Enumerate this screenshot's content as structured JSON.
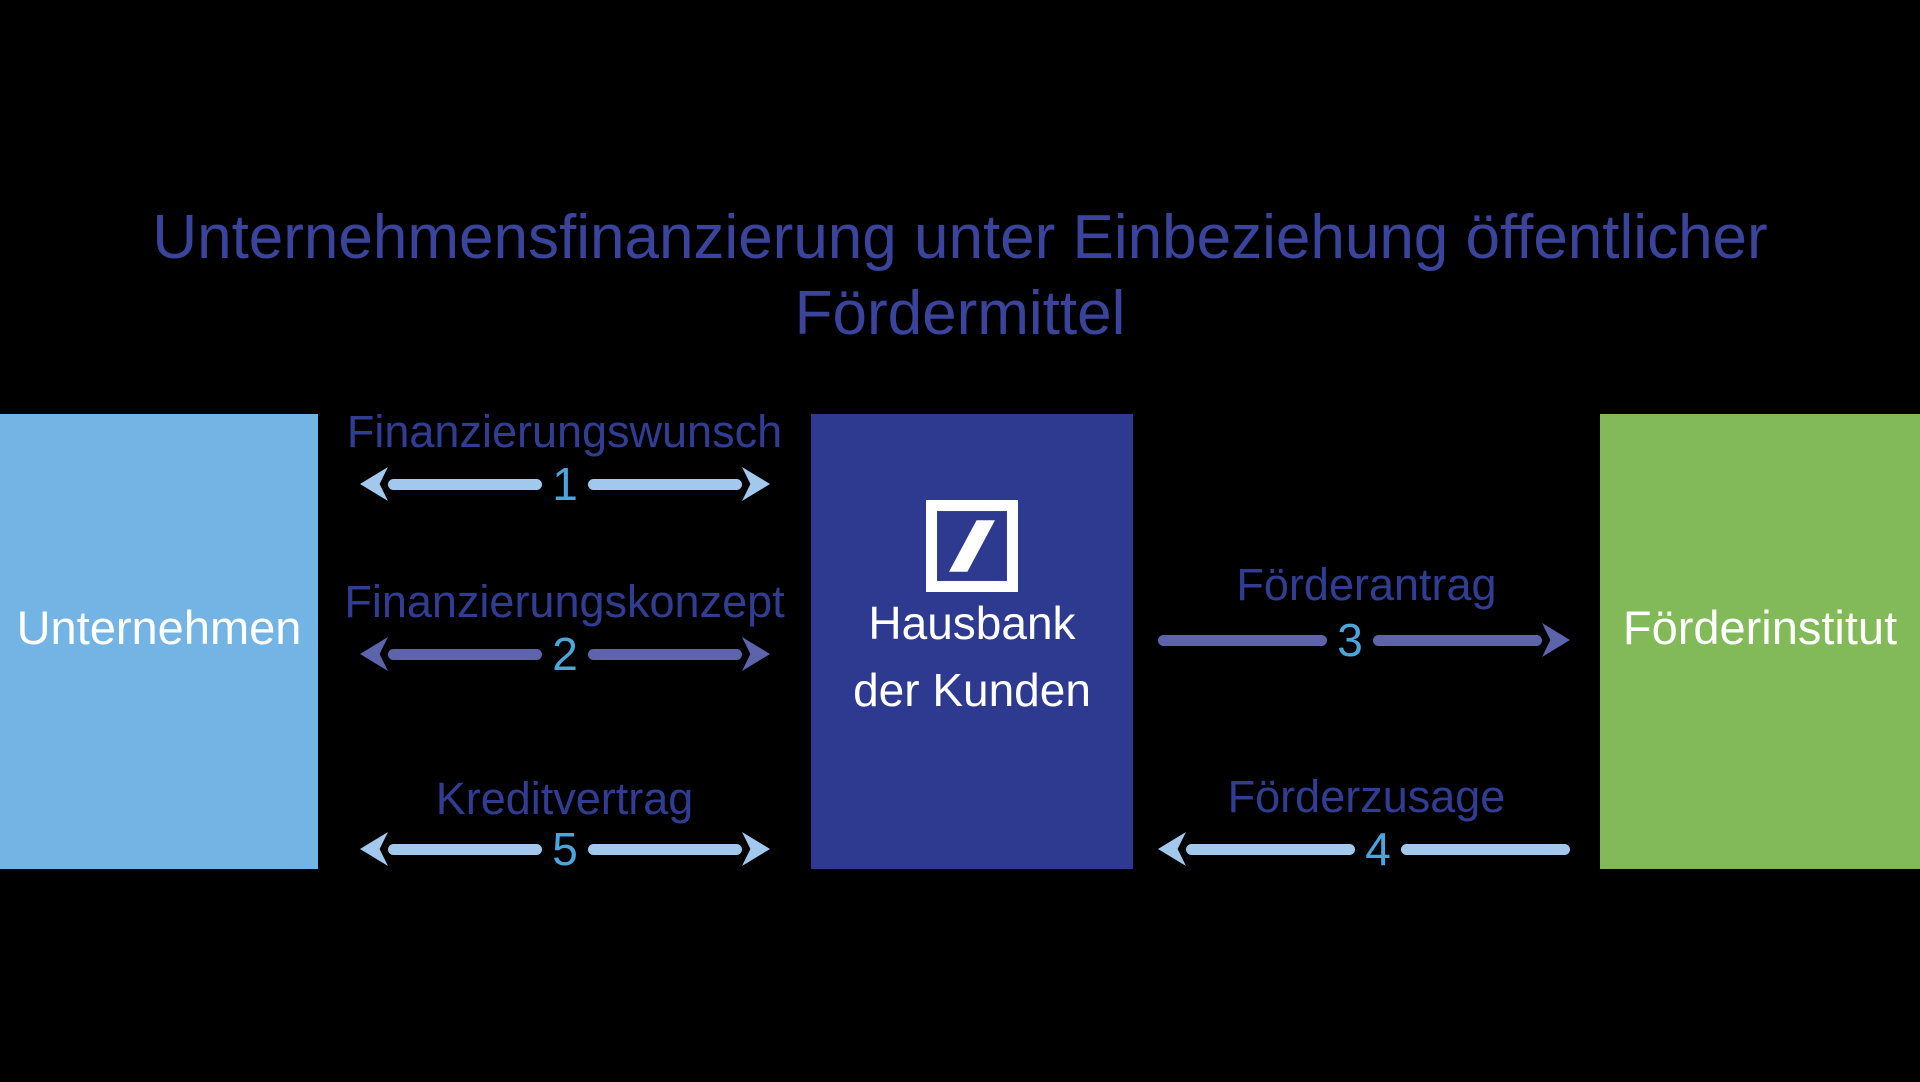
{
  "title": {
    "line1": "Unternehmensfinanzierung unter Einbeziehung öffentlicher",
    "line2": "Fördermittel"
  },
  "nodes": {
    "company": {
      "label": "Unternehmen"
    },
    "bank": {
      "line1": "Hausbank",
      "line2": "der Kunden",
      "logo": "deutsche-bank-slash-logo"
    },
    "institute": {
      "label": "Förderinstitut"
    }
  },
  "flows": [
    {
      "label": "Finanzierungswunsch",
      "number": "1",
      "between": [
        "Unternehmen",
        "Hausbank der Kunden"
      ],
      "direction": "bidirectional",
      "arrow_color": "#a2c9ed"
    },
    {
      "label": "Finanzierungskonzept",
      "number": "2",
      "between": [
        "Unternehmen",
        "Hausbank der Kunden"
      ],
      "direction": "bidirectional",
      "arrow_color": "#5e64ac"
    },
    {
      "label": "Förderantrag",
      "number": "3",
      "between": [
        "Hausbank der Kunden",
        "Förderinstitut"
      ],
      "direction": "right",
      "arrow_color": "#5e64ac"
    },
    {
      "label": "Förderzusage",
      "number": "4",
      "between": [
        "Förderinstitut",
        "Hausbank der Kunden"
      ],
      "direction": "left",
      "arrow_color": "#a2c9ed"
    },
    {
      "label": "Kreditvertrag",
      "number": "5",
      "between": [
        "Unternehmen",
        "Hausbank der Kunden"
      ],
      "direction": "bidirectional",
      "arrow_color": "#a2c9ed"
    }
  ],
  "colors": {
    "background": "#000000",
    "title_ink": "#3a449c",
    "label_ink": "#313d93",
    "number_blue": "#4ba6de",
    "arrow_light": "#a2c9ed",
    "arrow_slate": "#5e64ac",
    "company_box": "#74b4e4",
    "bank_box": "#2e3a90",
    "institute_box": "#82ba59",
    "box_text": "#ffffff"
  }
}
